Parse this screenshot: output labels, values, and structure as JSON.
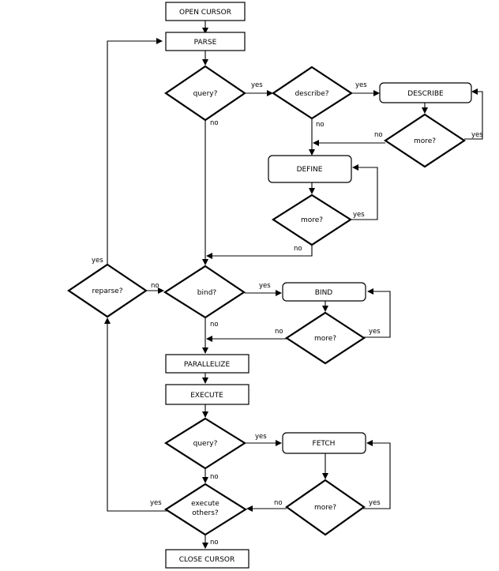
{
  "nodes": {
    "open_cursor": "OPEN CURSOR",
    "parse": "PARSE",
    "query_1": "query?",
    "describe_q": "describe?",
    "describe": "DESCRIBE",
    "more_describe": "more?",
    "define": "DEFINE",
    "more_define": "more?",
    "reparse": "reparse?",
    "bind_q": "bind?",
    "bind": "BIND",
    "more_bind": "more?",
    "parallelize": "PARALLELIZE",
    "execute": "EXECUTE",
    "query_2": "query?",
    "fetch": "FETCH",
    "more_fetch": "more?",
    "execute_others_1": "execute",
    "execute_others_2": "others?",
    "close_cursor": "CLOSE CURSOR"
  },
  "edge_labels": {
    "yes": "yes",
    "no": "no"
  }
}
